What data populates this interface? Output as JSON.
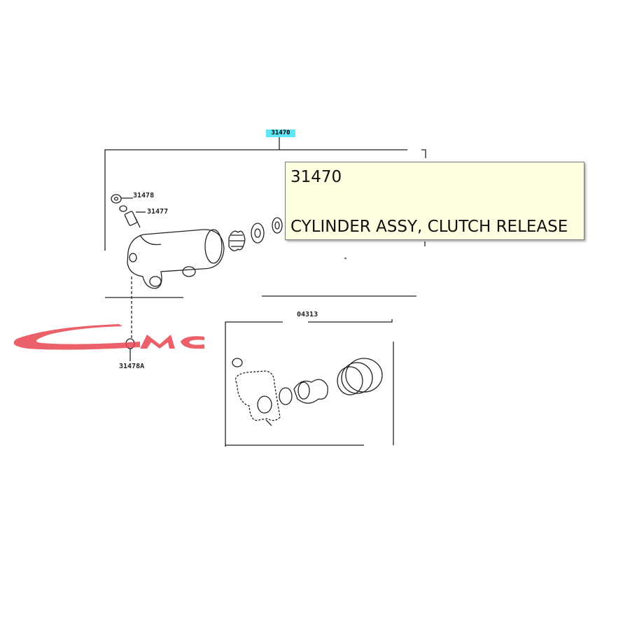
{
  "diagram": {
    "assembly_callout": "31470",
    "parts": [
      {
        "label": "31478"
      },
      {
        "label": "31477"
      },
      {
        "label": "04313"
      },
      {
        "label": "31478A"
      }
    ]
  },
  "tooltip": {
    "part_number": "31470",
    "part_name": "CYLINDER ASSY, CLUTCH RELEASE"
  },
  "watermark": {
    "text": "CMC",
    "color": "#e8454f"
  },
  "colors": {
    "highlight": "#5fe6f4",
    "tooltip_bg": "#ffffe1",
    "line": "#222222"
  }
}
